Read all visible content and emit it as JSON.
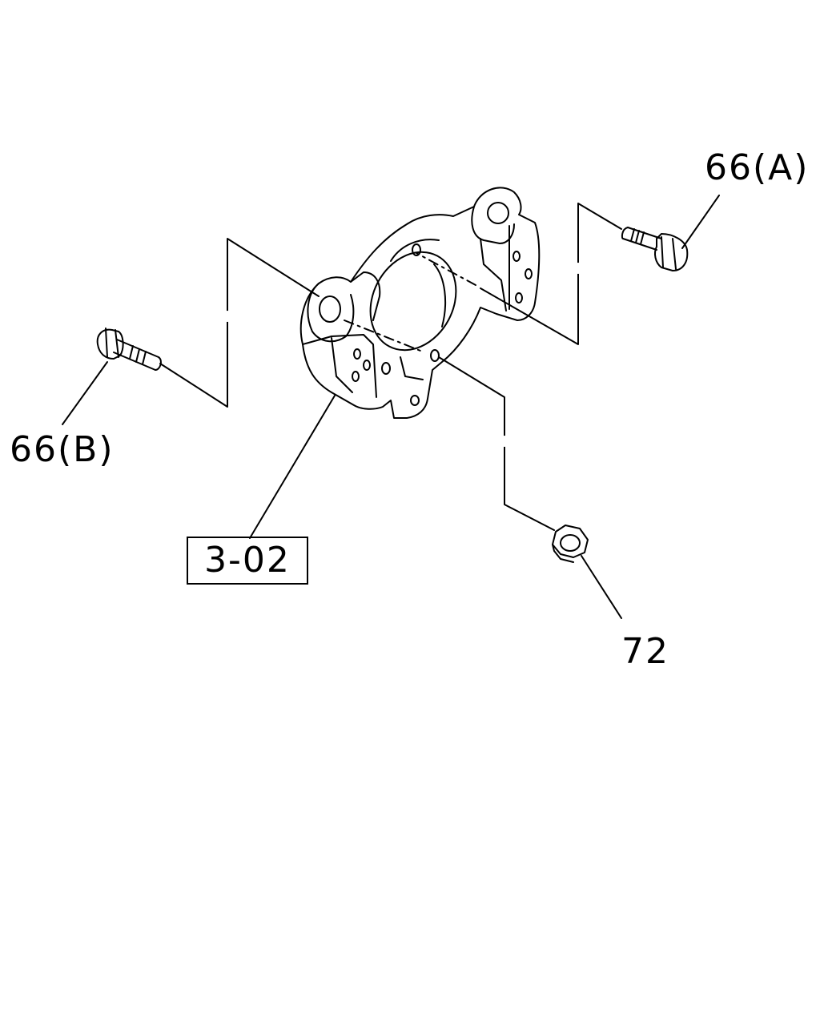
{
  "callouts": {
    "bolt_a": "66(A)",
    "bolt_b": "66(B)",
    "nut": "72",
    "knuckle_ref": "3-02"
  },
  "colors": {
    "ink": "#000000",
    "paper": "#ffffff"
  }
}
